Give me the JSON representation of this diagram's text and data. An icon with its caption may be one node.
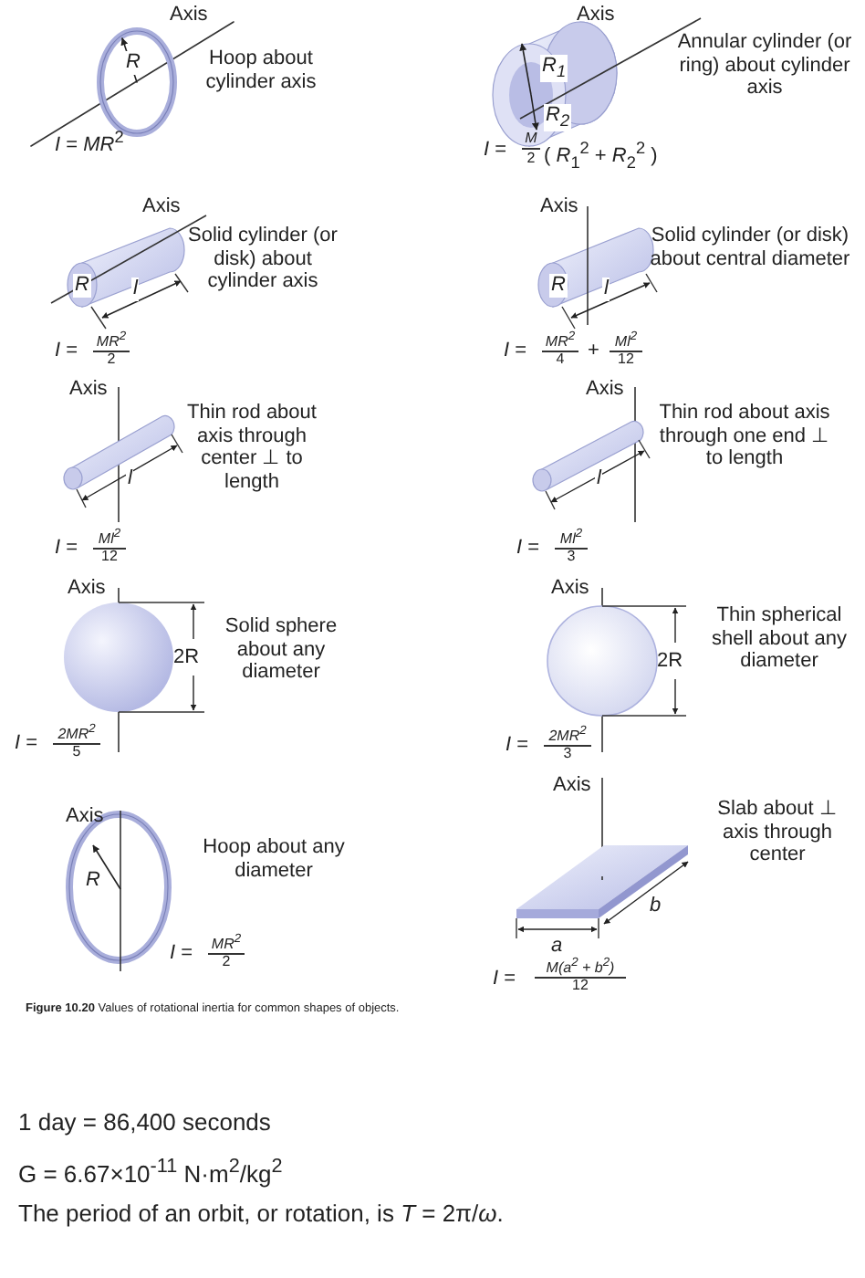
{
  "diagram": {
    "caption": "**Figure 10.20** Values of rotational inertia for common shapes of objects.",
    "labels": [
      "Axis",
      "R",
      "Hoop about cylinder axis",
      "*I* = *MR*$^{2}$",
      "Axis",
      "Annular cylinder (or ring) about cylinder axis",
      "R$_{1}$",
      "R$_{2}$",
      "*I* =",
      "M",
      "2",
      "( *R*$_{1}$$^{2}$ + *R*$_{2}$$^{2}$ )",
      "Axis",
      "Solid cylinder (or disk) about cylinder axis",
      "R",
      "l",
      "*I* =",
      "MR$^{2}$",
      "2",
      "Axis",
      "Solid cylinder (or disk) about central diameter",
      "R",
      "l",
      "*I* =",
      "MR$^{2}$",
      "4",
      "+",
      "Ml$^{2}$",
      "12",
      "Axis",
      "Thin rod about axis through center ⊥ to length",
      "l",
      "*I* =",
      "Ml$^{2}$",
      "12",
      "Axis",
      "Thin rod about axis through one end ⊥ to length",
      "l",
      "*I* =",
      "Ml$^{2}$",
      "3",
      "Axis",
      "2R",
      "Solid sphere about any diameter",
      "*I* =",
      "2MR$^{2}$",
      "5",
      "Axis",
      "2R",
      "Thin spherical shell about any diameter",
      "*I* =",
      "2MR$^{2}$",
      "3",
      "Axis",
      "R",
      "Hoop about any diameter",
      "*I* =",
      "MR$^{2}$",
      "2",
      "Axis",
      "Slab about ⊥ axis through center",
      "b",
      "a",
      "*I* =",
      "M(a$^{2}$ + b$^{2}$)",
      "12",
      "1 day = 86,400 seconds",
      "G = 6.67×10$^{-11}$ N·m$^{2}$/kg$^{2}$",
      "The period of an orbit, or rotation, is *T* = 2π/*ω*."
    ]
  }
}
